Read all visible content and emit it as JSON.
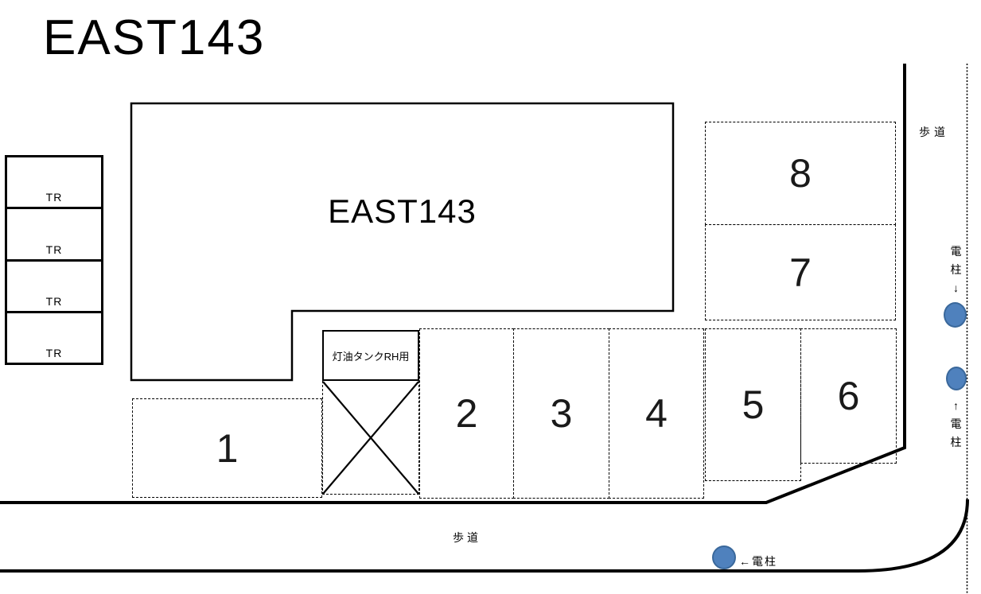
{
  "page": {
    "title": "EAST143"
  },
  "building": {
    "label": "EAST143"
  },
  "tr_stack": {
    "items": [
      {
        "label": "TR"
      },
      {
        "label": "TR"
      },
      {
        "label": "TR"
      },
      {
        "label": "TR"
      }
    ]
  },
  "tank": {
    "label": "灯油タンクRH用"
  },
  "spaces": [
    {
      "number": "1"
    },
    {
      "number": "2"
    },
    {
      "number": "3"
    },
    {
      "number": "4"
    },
    {
      "number": "5"
    },
    {
      "number": "6"
    },
    {
      "number": "7"
    },
    {
      "number": "8"
    }
  ],
  "sidewalks": {
    "right_label": "歩道",
    "bottom_label": "歩道"
  },
  "poles": {
    "right_upper_label": "電柱↓",
    "right_lower_label": "↑電柱",
    "bottom_label": "←電柱"
  },
  "colors": {
    "line": "#000000",
    "pole_fill": "#4f81bd",
    "pole_stroke": "#3a689b"
  }
}
